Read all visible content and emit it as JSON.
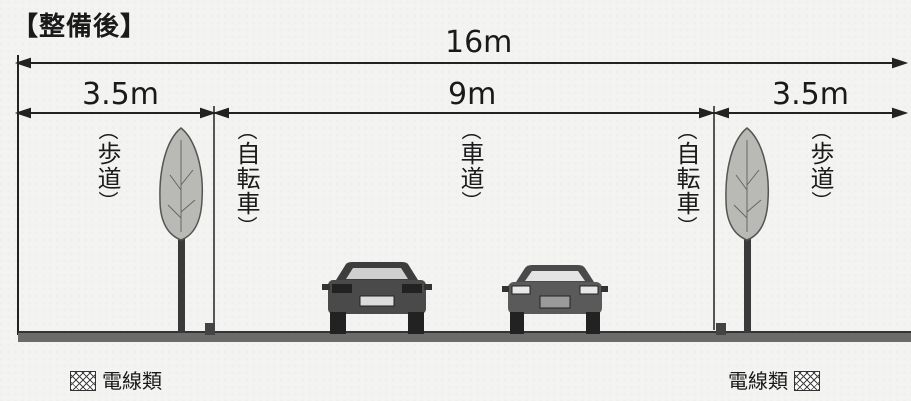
{
  "title": "【整備後】",
  "dimensions": {
    "total": "16m",
    "left_sidewalk": "3.5m",
    "roadway": "9m",
    "right_sidewalk": "3.5m"
  },
  "labels": {
    "sidewalk_left": [
      "（",
      "歩",
      "道",
      "）"
    ],
    "bike_left": [
      "（",
      "自",
      "転",
      "車",
      "）"
    ],
    "road": [
      "（",
      "車",
      "道",
      "）"
    ],
    "bike_right": [
      "（",
      "自",
      "転",
      "車",
      "）"
    ],
    "sidewalk_right": [
      "（",
      "歩",
      "道",
      "）"
    ]
  },
  "legend": {
    "left": "電線類",
    "right": "電線類"
  },
  "colors": {
    "ink": "#1a1a1a",
    "tree_crown": "#b9b9b6",
    "ground": "#6b6b6b"
  }
}
